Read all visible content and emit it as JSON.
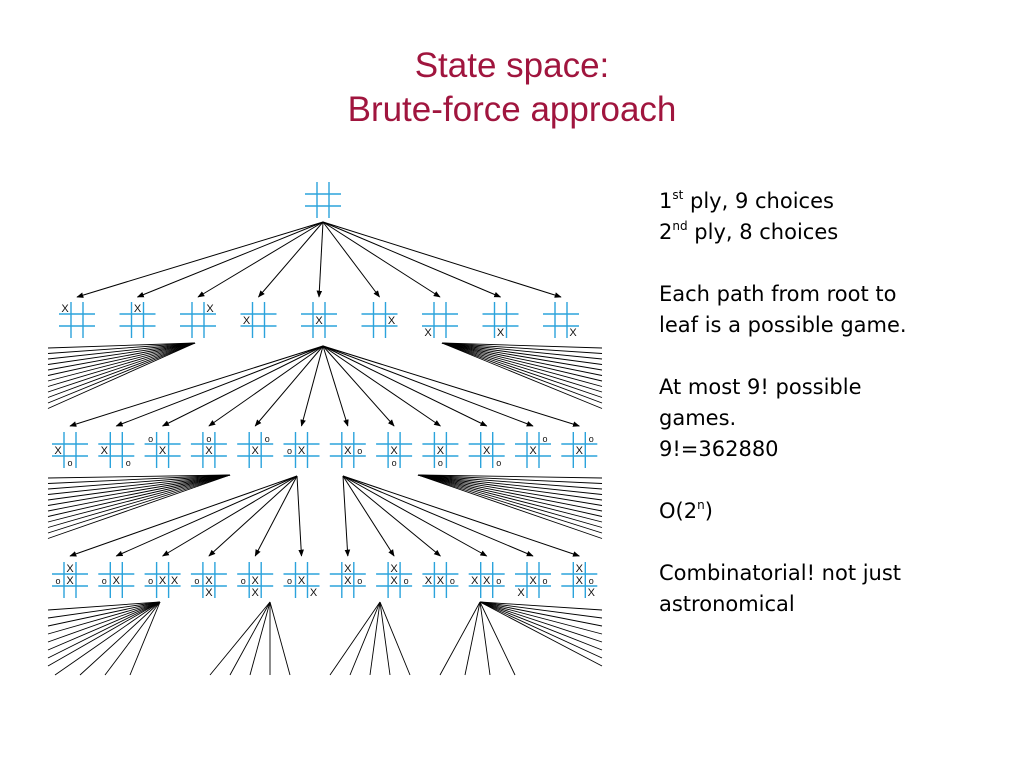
{
  "title": {
    "line1": "State space:",
    "line2": "Brute-force approach"
  },
  "colors": {
    "title": "#a0153e",
    "grid": "#2ba3dc",
    "edge": "#000000",
    "text": "#000000"
  },
  "notes": {
    "ply1": {
      "num": "1",
      "sup": "st",
      "rest": " ply, 9 choices"
    },
    "ply2": {
      "num": "2",
      "sup": "nd",
      "rest": " ply, 8 choices"
    },
    "path_line1": "Each path from root to",
    "path_line2": "leaf is a possible game.",
    "atmost_line1": "At most 9! possible",
    "atmost_line2": "games.",
    "factorial": "9!=362880",
    "big_o": {
      "base": "O(2",
      "sup": "n",
      "close": ")"
    },
    "combo_line1": "Combinatorial! not just",
    "combo_line2": "astronomical"
  },
  "tree": {
    "mark_x": "X",
    "mark_o": "O",
    "root": {
      "cells": [
        "",
        "",
        "",
        "",
        "",
        "",
        "",
        "",
        ""
      ]
    },
    "level1": [
      {
        "cells": [
          "X",
          "",
          "",
          "",
          "",
          "",
          "",
          "",
          ""
        ]
      },
      {
        "cells": [
          "",
          "X",
          "",
          "",
          "",
          "",
          "",
          "",
          ""
        ]
      },
      {
        "cells": [
          "",
          "",
          "X",
          "",
          "",
          "",
          "",
          "",
          ""
        ]
      },
      {
        "cells": [
          "",
          "",
          "",
          "X",
          "",
          "",
          "",
          "",
          ""
        ]
      },
      {
        "cells": [
          "",
          "",
          "",
          "",
          "X",
          "",
          "",
          "",
          ""
        ]
      },
      {
        "cells": [
          "",
          "",
          "",
          "",
          "",
          "X",
          "",
          "",
          ""
        ]
      },
      {
        "cells": [
          "",
          "",
          "",
          "",
          "",
          "",
          "X",
          "",
          ""
        ]
      },
      {
        "cells": [
          "",
          "",
          "",
          "",
          "",
          "",
          "",
          "X",
          ""
        ]
      },
      {
        "cells": [
          "",
          "",
          "",
          "",
          "",
          "",
          "",
          "",
          "X"
        ]
      }
    ],
    "level2": [
      {
        "cells": [
          "",
          "",
          "",
          "X",
          "",
          "",
          "",
          "O",
          ""
        ]
      },
      {
        "cells": [
          "",
          "",
          "",
          "X",
          "",
          "",
          "",
          "",
          "O"
        ]
      },
      {
        "cells": [
          "O",
          "",
          "",
          "",
          "X",
          "",
          "",
          "",
          ""
        ]
      },
      {
        "cells": [
          "",
          "O",
          "",
          "",
          "X",
          "",
          "",
          "",
          ""
        ]
      },
      {
        "cells": [
          "",
          "",
          "O",
          "",
          "X",
          "",
          "",
          "",
          ""
        ]
      },
      {
        "cells": [
          "",
          "",
          "",
          "O",
          "X",
          "",
          "",
          "",
          ""
        ]
      },
      {
        "cells": [
          "",
          "",
          "",
          "",
          "X",
          "O",
          "",
          "",
          ""
        ]
      },
      {
        "cells": [
          "",
          "",
          "",
          "",
          "X",
          "",
          "",
          "O",
          ""
        ]
      },
      {
        "cells": [
          "",
          "",
          "",
          "",
          "X",
          "",
          "",
          "O",
          ""
        ]
      },
      {
        "cells": [
          "",
          "",
          "",
          "",
          "X",
          "",
          "",
          "",
          "O"
        ]
      },
      {
        "cells": [
          "",
          "",
          "O",
          "",
          "X",
          "",
          "",
          "",
          ""
        ]
      },
      {
        "cells": [
          "",
          "",
          "O",
          "",
          "X",
          "",
          "",
          "",
          ""
        ]
      }
    ],
    "level3": [
      {
        "cells": [
          "",
          "X",
          "",
          "O",
          "X",
          "",
          "",
          "",
          ""
        ]
      },
      {
        "cells": [
          "",
          "",
          "",
          "O",
          "X",
          "",
          "",
          "",
          ""
        ]
      },
      {
        "cells": [
          "",
          "",
          "",
          "O",
          "X",
          "X",
          "",
          "",
          ""
        ]
      },
      {
        "cells": [
          "",
          "",
          "",
          "O",
          "X",
          "",
          "",
          "X",
          ""
        ]
      },
      {
        "cells": [
          "",
          "",
          "",
          "O",
          "X",
          "",
          "",
          "X",
          ""
        ]
      },
      {
        "cells": [
          "",
          "",
          "",
          "O",
          "X",
          "",
          "",
          "",
          "X"
        ]
      },
      {
        "cells": [
          "",
          "X",
          "",
          "",
          "X",
          "O",
          "",
          "",
          ""
        ]
      },
      {
        "cells": [
          "",
          "X",
          "",
          "",
          "X",
          "O",
          "",
          "",
          ""
        ]
      },
      {
        "cells": [
          "",
          "",
          "",
          "X",
          "X",
          "O",
          "",
          "",
          ""
        ]
      },
      {
        "cells": [
          "",
          "",
          "",
          "X",
          "X",
          "O",
          "",
          "",
          ""
        ]
      },
      {
        "cells": [
          "",
          "",
          "",
          "",
          "X",
          "O",
          "X",
          "",
          ""
        ]
      },
      {
        "cells": [
          "",
          "X",
          "",
          "",
          "X",
          "O",
          "",
          "",
          "X"
        ]
      }
    ]
  }
}
